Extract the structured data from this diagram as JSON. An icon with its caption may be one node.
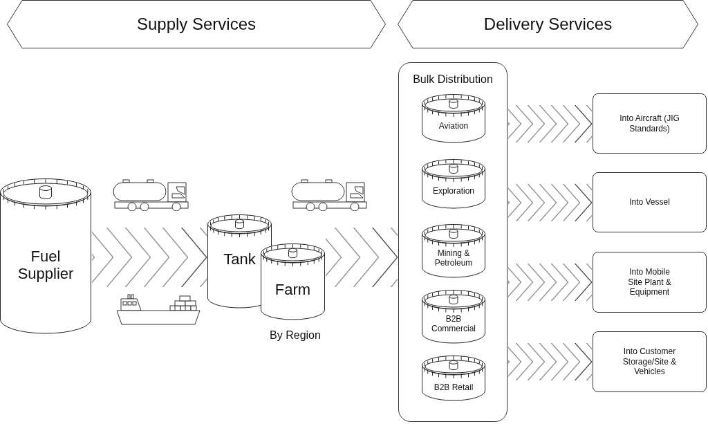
{
  "diagram": {
    "nodes": [
      {
        "text": [
          "Supply Services"
        ]
      },
      {
        "text": [
          "Delivery Services"
        ]
      },
      {
        "text": [
          "Fuel Supplier"
        ]
      },
      {
        "text": [
          "Tank"
        ]
      },
      {
        "text": [
          "Farm"
        ],
        "beside": [
          "By Region"
        ]
      },
      {
        "text": [
          "Bulk Distribution"
        ]
      },
      {
        "text": [
          "Aviation"
        ],
        "in": 5
      },
      {
        "text": [
          "Exploration"
        ],
        "in": 5
      },
      {
        "text": [
          "Mining & Petroleum"
        ],
        "in": 5
      },
      {
        "text": [
          "B2B Commercial"
        ],
        "in": 5
      },
      {
        "text": [
          "B2B Retail"
        ],
        "in": 5
      },
      {
        "text": [
          "Into Aircraft (JIG Standards)"
        ]
      },
      {
        "text": [
          "Into Vessel"
        ]
      },
      {
        "text": [
          "Into Mobile Site Plant & Equipment"
        ]
      },
      {
        "text": [
          "Into Customer Storage/Site & Vehicles"
        ]
      }
    ],
    "edges": [
      {
        "from": 2,
        "to": 3,
        "arrow": "to"
      },
      {
        "from": 4,
        "to": 5,
        "arrow": "to"
      },
      {
        "from": 5,
        "to": 11,
        "arrow": "to"
      },
      {
        "from": 5,
        "to": 12,
        "arrow": "to"
      },
      {
        "from": 5,
        "to": 13,
        "arrow": "to"
      },
      {
        "from": 5,
        "to": 14,
        "arrow": "to"
      }
    ]
  }
}
